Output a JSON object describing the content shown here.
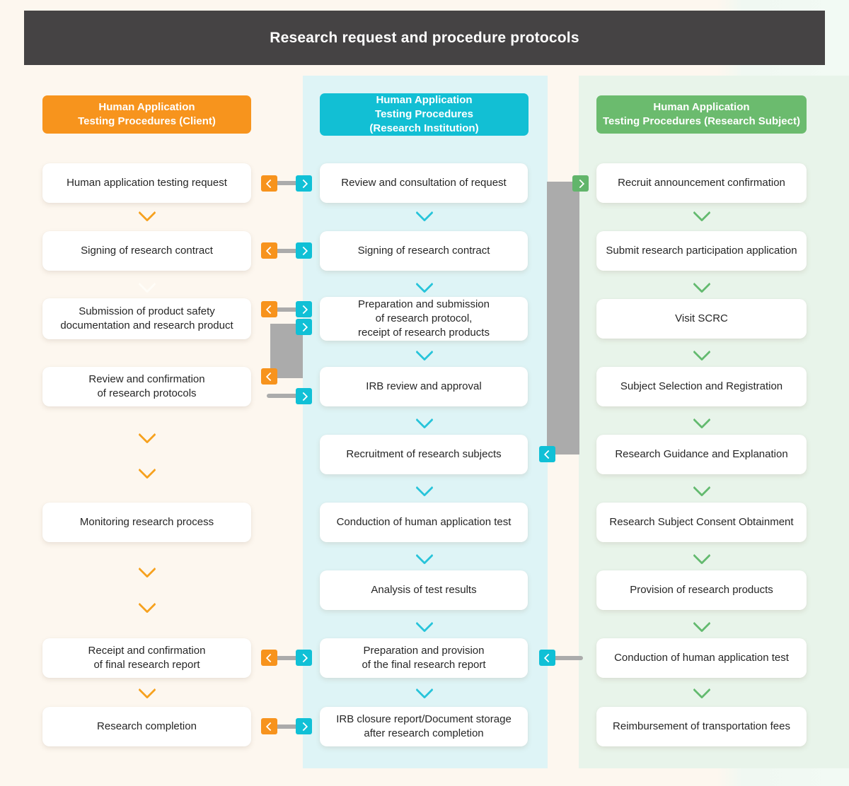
{
  "title": "Research request and procedure protocols",
  "colors": {
    "title_bar": "#454344",
    "page_background": "#FDF7EF",
    "page_background_right": "#F0F8F2",
    "institution_panel": "#DEF4F6",
    "subject_panel": "#E8F4EA",
    "client_accent": "#F7941D",
    "institution_accent": "#12BFD4",
    "subject_accent": "#6BBB6E",
    "connector_gray": "#ABABAB",
    "step_background": "#FFFFFF"
  },
  "columns": [
    {
      "id": "client",
      "header_lines": [
        "Human Application",
        "Testing Procedures (Client)"
      ],
      "steps": [
        {
          "lines": [
            "Human application testing request"
          ]
        },
        {
          "lines": [
            "Signing of research contract"
          ]
        },
        {
          "lines": [
            "Submission of product safety",
            "documentation and research product"
          ]
        },
        {
          "lines": [
            "Review and confirmation",
            "of research protocols"
          ]
        },
        {
          "lines": [
            "Monitoring research process"
          ]
        },
        {
          "lines": [
            "Receipt and confirmation",
            "of final research report"
          ]
        },
        {
          "lines": [
            "Research completion"
          ]
        }
      ]
    },
    {
      "id": "institution",
      "header_lines": [
        "Human Application",
        "Testing Procedures",
        "(Research Institution)"
      ],
      "steps": [
        {
          "lines": [
            "Review and consultation of request"
          ]
        },
        {
          "lines": [
            "Signing of research contract"
          ]
        },
        {
          "lines": [
            "Preparation and submission",
            "of research protocol,",
            "receipt of research products"
          ]
        },
        {
          "lines": [
            "IRB review and approval"
          ]
        },
        {
          "lines": [
            "Recruitment of research subjects"
          ]
        },
        {
          "lines": [
            "Conduction of human application test"
          ]
        },
        {
          "lines": [
            "Analysis of test results"
          ]
        },
        {
          "lines": [
            "Preparation and provision",
            "of the final research report"
          ]
        },
        {
          "lines": [
            "IRB closure report/Document storage",
            "after research completion"
          ]
        }
      ]
    },
    {
      "id": "subject",
      "header_lines": [
        "Human Application",
        "Testing Procedures (Research Subject)"
      ],
      "steps": [
        {
          "lines": [
            "Recruit announcement confirmation"
          ]
        },
        {
          "lines": [
            "Submit research participation application"
          ]
        },
        {
          "lines": [
            "Visit SCRC"
          ]
        },
        {
          "lines": [
            "Subject Selection and Registration"
          ]
        },
        {
          "lines": [
            "Research Guidance and Explanation"
          ]
        },
        {
          "lines": [
            "Research Subject Consent Obtainment"
          ]
        },
        {
          "lines": [
            "Provision of research products"
          ]
        },
        {
          "lines": [
            "Conduction of human application test"
          ]
        },
        {
          "lines": [
            "Reimbursement of transportation fees"
          ]
        }
      ]
    }
  ],
  "links": [
    {
      "from": "client.step1",
      "to": "institution.step1",
      "type": "two-way"
    },
    {
      "from": "client.step2",
      "to": "institution.step2",
      "type": "two-way"
    },
    {
      "from": "client.step3",
      "to": "institution.step3",
      "type": "two-way"
    },
    {
      "from": "client.step4",
      "to": "institution.step3",
      "type": "block-connector"
    },
    {
      "from": "client.step4",
      "to": "institution.step4",
      "type": "one-way"
    },
    {
      "from": "institution.step5",
      "to": "subject.step1",
      "type": "block-connector"
    },
    {
      "from": "client.step6",
      "to": "institution.step8",
      "type": "two-way"
    },
    {
      "from": "institution.step8",
      "to": "subject.step8",
      "type": "one-way"
    },
    {
      "from": "client.step7",
      "to": "institution.step9",
      "type": "two-way"
    }
  ]
}
